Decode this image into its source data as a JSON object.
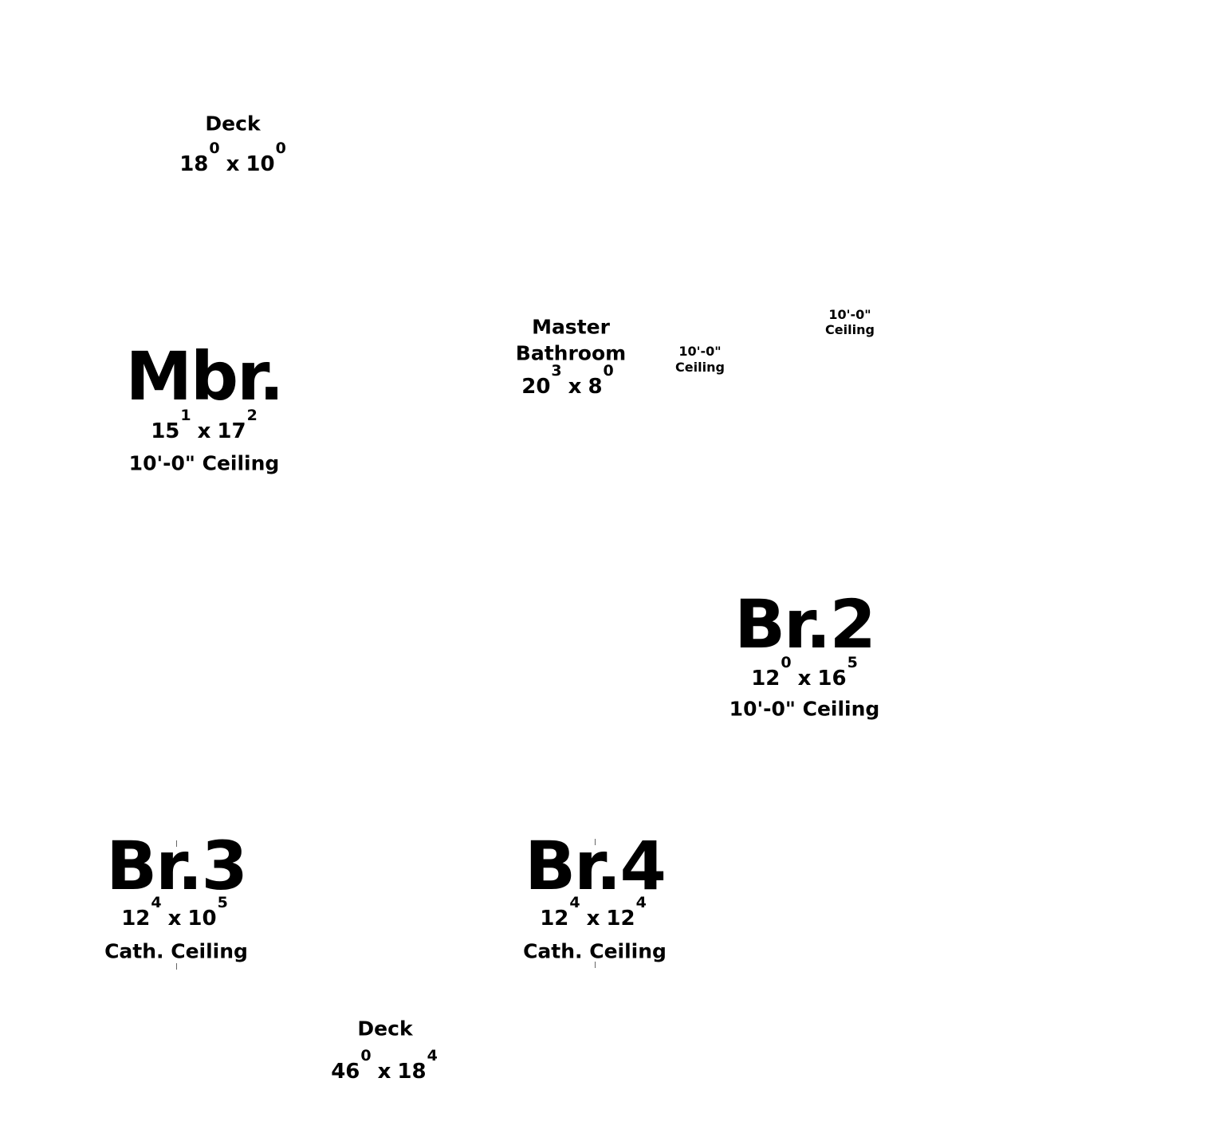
{
  "rooms": {
    "deck_top": {
      "name": "Deck",
      "dim_a": "18",
      "dim_a_sup": "0",
      "dim_b": "10",
      "dim_b_sup": "0"
    },
    "mbr": {
      "name": "Mbr.",
      "dim_a": "15",
      "dim_a_sup": "1",
      "dim_b": "17",
      "dim_b_sup": "2",
      "ceiling": "10'-0\" Ceiling"
    },
    "master_bath": {
      "name_line1": "Master",
      "name_line2": "Bathroom",
      "dim_a": "20",
      "dim_a_sup": "3",
      "dim_b": "8",
      "dim_b_sup": "0"
    },
    "ceiling_note_1": {
      "line1": "10'-0\"",
      "line2": "Ceiling"
    },
    "ceiling_note_2": {
      "line1": "10'-0\"",
      "line2": "Ceiling"
    },
    "br2": {
      "name": "Br.2",
      "dim_a": "12",
      "dim_a_sup": "0",
      "dim_b": "16",
      "dim_b_sup": "5",
      "ceiling": "10'-0\" Ceiling"
    },
    "br3": {
      "name": "Br.3",
      "dim_a": "12",
      "dim_a_sup": "4",
      "dim_b": "10",
      "dim_b_sup": "5",
      "ceiling": "Cath. Ceiling"
    },
    "br4": {
      "name": "Br.4",
      "dim_a": "12",
      "dim_a_sup": "4",
      "dim_b": "12",
      "dim_b_sup": "4",
      "ceiling": "Cath. Ceiling"
    },
    "deck_bottom": {
      "name": "Deck",
      "dim_a": "46",
      "dim_a_sup": "0",
      "dim_b": "18",
      "dim_b_sup": "4"
    }
  },
  "separator": "x"
}
